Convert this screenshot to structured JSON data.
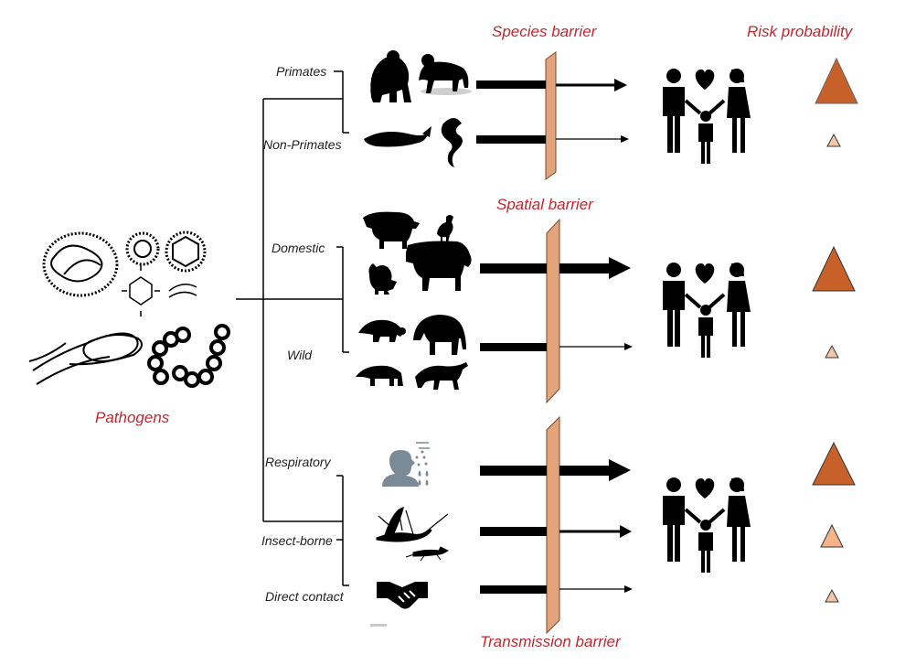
{
  "headings": {
    "species_barrier": "Species barrier",
    "spatial_barrier": "Spatial barrier",
    "transmission_barrier": "Transmission barrier",
    "risk_probability": "Risk probability",
    "pathogens": "Pathogens"
  },
  "categories": {
    "primates": "Primates",
    "non_primates": "Non-Primates",
    "domestic": "Domestic",
    "wild": "Wild",
    "respiratory": "Respiratory",
    "insect_borne": "Insect-borne",
    "direct_contact": "Direct contact"
  },
  "risk_levels": {
    "primates": "high",
    "non_primates": "low",
    "domestic": "high",
    "wild": "low",
    "respiratory": "high",
    "insect_borne": "medium",
    "direct_contact": "low"
  },
  "colors": {
    "accent_red": "#c0272d",
    "barrier": "#e3a47c",
    "risk_high": "#c8602a",
    "risk_medium": "#f2b58b",
    "risk_low": "#f4c7a6",
    "ink": "#000000"
  },
  "icons": {
    "pathogens": "virus-bacteria-icon",
    "primates": "gorilla-monkey-icon",
    "non_primates": "whale-snake-icon",
    "domestic": "pig-chicken-cow-icon",
    "wild": "turtle-elephant-bear-leopard-icon",
    "respiratory": "sneeze-icon",
    "insect_borne": "mosquito-icon",
    "direct_contact": "handshake-icon",
    "family": "family-icon"
  }
}
